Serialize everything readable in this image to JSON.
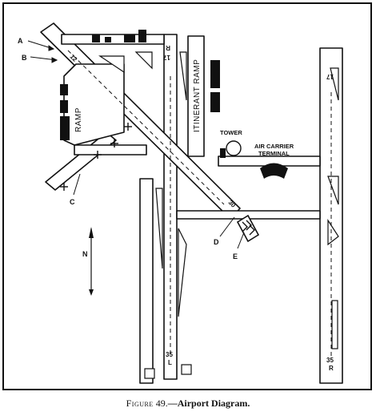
{
  "caption": {
    "prefix": "Figure",
    "number": "49.",
    "title": "—Airport Diagram."
  },
  "callouts": [
    "A",
    "B",
    "C",
    "D",
    "E"
  ],
  "runways": {
    "r12": "12",
    "r30": "30",
    "r17r": "17",
    "r17r_suffix": "R",
    "r17l": "17",
    "r35l": "35",
    "r35l_suffix": "L",
    "r35r": "35",
    "r35r_suffix": "R"
  },
  "facilities": {
    "ramp": "RAMP",
    "itinerant_ramp": "ITINERANT RAMP",
    "tower": "TOWER",
    "terminal_line1": "AIR CARRIER",
    "terminal_line2": "TERMINAL"
  },
  "north_label": "N"
}
